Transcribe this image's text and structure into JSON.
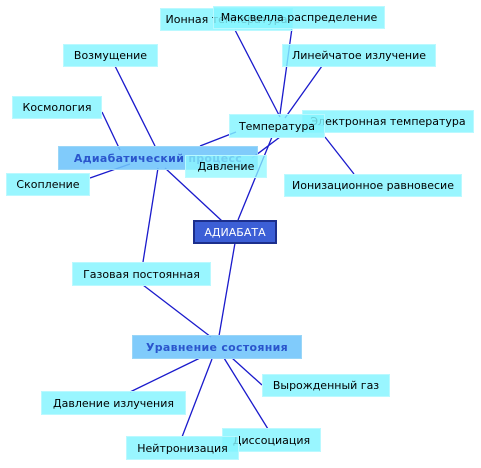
{
  "diagram": {
    "center": "АДИАБАТА",
    "hubs": {
      "adiabatic_process": "Адиабатический процесс",
      "temperature": "Температура",
      "equation_of_state": "Уравнение состояния"
    },
    "nodes": {
      "ion_temperature": "Ионная температура",
      "maxwell_distribution": "Максвелла распределение",
      "perturbation": "Возмущение",
      "line_radiation": "Линейчатое излучение",
      "cosmology": "Космология",
      "electron_temperature": "Электронная температура",
      "pressure": "Давление",
      "cluster": "Скопление",
      "ionization_equilibrium": "Ионизационное равновесие",
      "gas_constant": "Газовая постоянная",
      "degenerate_gas": "Вырожденный газ",
      "radiation_pressure": "Давление излучения",
      "dissociation": "Диссоциация",
      "neutronization": "Нейтронизация"
    },
    "colors": {
      "edge": "#1a1acc",
      "node_fill": "#82f4ff",
      "hub_fill": "#6ec4fa",
      "hub_text": "#2a55cc",
      "center_fill": "#3c5fd6",
      "center_border": "#1c2f8c"
    }
  }
}
